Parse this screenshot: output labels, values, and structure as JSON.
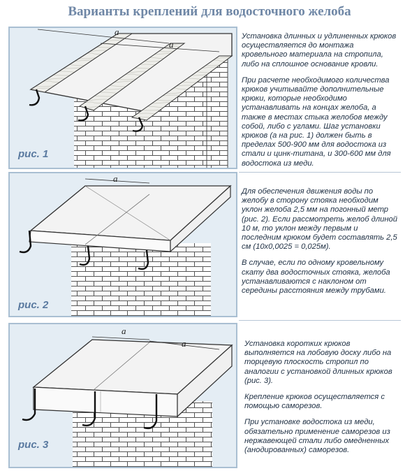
{
  "title": "Варианты креплений для водосточного желоба",
  "figures": [
    {
      "label": "рис. 1",
      "dim_label": "a"
    },
    {
      "label": "рис. 2",
      "dim_label": "a"
    },
    {
      "label": "рис. 3",
      "dim_label": "a"
    }
  ],
  "texts": [
    {
      "paragraphs": [
        "Установка длинных и удлиненных крюков осуществляется до монтажа кровельного материала на стропила, либо на сплошное основание кровли.",
        "При расчете необходимого количества крюков учитывайте дополнительные крюки, которые необходимо устанавливать на концах желоба, а также в местах стыка желобов между собой, либо с углами. Шаг установки крюков (а на рис. 1) должен быть в пределах 500-900 мм для водостока из стали и цинк-титана, и 300-600 мм для водостока из меди."
      ]
    },
    {
      "paragraphs": [
        "Для обеспечения движения воды по желобу в сторону стояка необходим уклон желоба 2,5 мм на погонный метр (рис. 2). Если рассмотреть желоб длиной 10 м, то уклон между первым и последним крюком будет составлять 2,5 см (10x0,0025 = 0,025м).",
        "В случае, если по одному кровельному скату два водосточных стояка, желоба устанавливаются с наклоном от середины расстояния между трубами."
      ]
    },
    {
      "paragraphs": [
        "Установка коротких крюков выполняется на лобовую доску либо на торцевую плоскость стропил по аналогии с установкой длинных крюков (рис. 3).",
        "Крепление крюков осуществляется с помощью саморезов.",
        "При установке водостока из меди, обязательно применение саморезов из нержавеющей стали либо омедненных (анодированных) саморезов."
      ]
    }
  ],
  "colors": {
    "panel_bg": "#e4edf4",
    "panel_border": "#a9bfd2",
    "title": "#6f87a6",
    "fig_label": "#5a7aa0"
  }
}
